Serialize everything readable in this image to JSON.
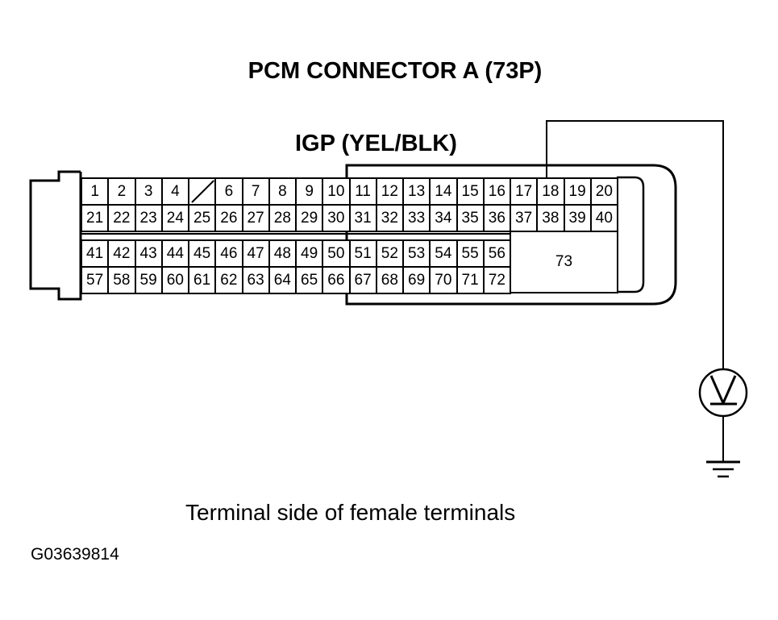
{
  "title": "PCM CONNECTOR A (73P)",
  "wire_label": "IGP (YEL/BLK)",
  "caption": "Terminal side of female terminals",
  "figure_id": "G03639814",
  "connector": {
    "upper_rows": [
      [
        "1",
        "2",
        "3",
        "4",
        "/",
        "6",
        "7",
        "8",
        "9",
        "10",
        "11",
        "12",
        "13",
        "14",
        "15",
        "16",
        "17",
        "18",
        "19",
        "20"
      ],
      [
        "21",
        "22",
        "23",
        "24",
        "25",
        "26",
        "27",
        "28",
        "29",
        "30",
        "31",
        "32",
        "33",
        "34",
        "35",
        "36",
        "37",
        "38",
        "39",
        "40"
      ]
    ],
    "lower_rows": [
      [
        "41",
        "42",
        "43",
        "44",
        "45",
        "46",
        "47",
        "48",
        "49",
        "50",
        "51",
        "52",
        "53",
        "54",
        "55",
        "56"
      ],
      [
        "57",
        "58",
        "59",
        "60",
        "61",
        "62",
        "63",
        "64",
        "65",
        "66",
        "67",
        "68",
        "69",
        "70",
        "71",
        "72"
      ]
    ],
    "large_terminal": "73",
    "probed_terminal": "18"
  },
  "meter": {
    "type": "voltmeter",
    "symbol": "V",
    "connection": "ground"
  }
}
